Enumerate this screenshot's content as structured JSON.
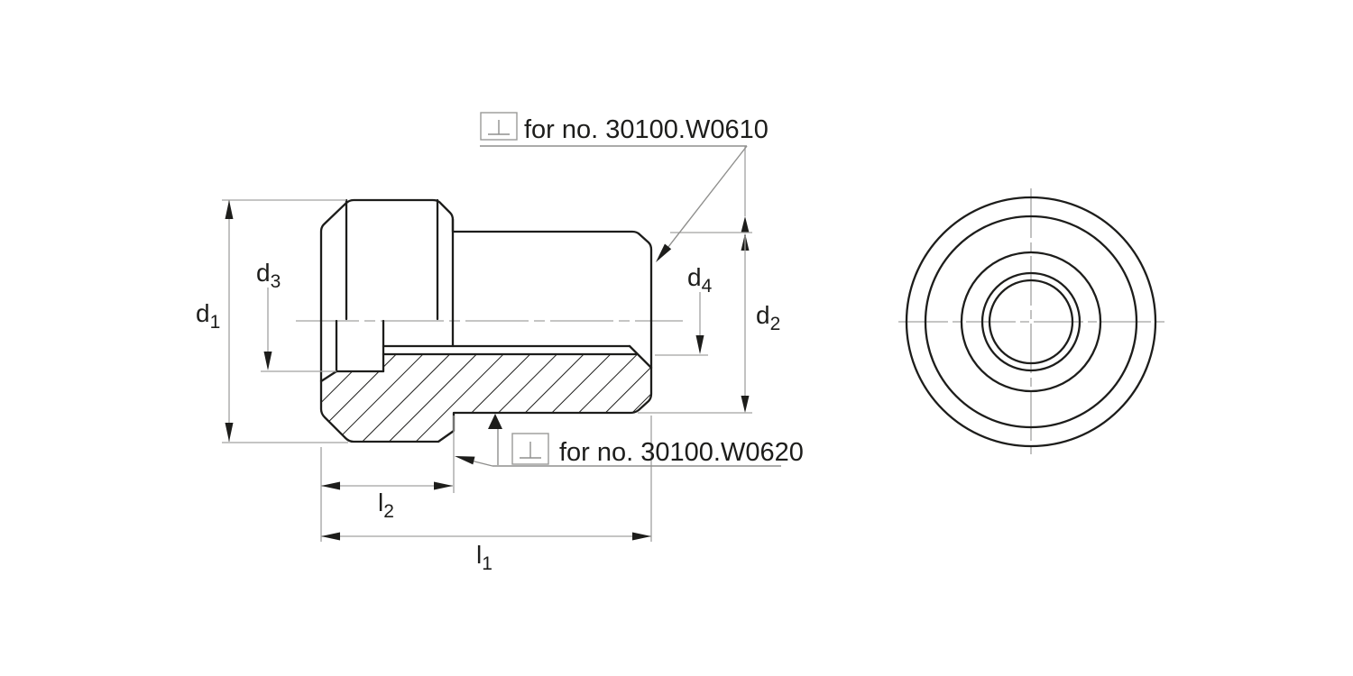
{
  "drawing": {
    "title": "technical-drawing",
    "colors": {
      "outline": "#1d1d1b",
      "thin_line": "#a2a2a0",
      "arrow": "#1d1d1b",
      "text": "#1d1d1b",
      "background": "#ffffff"
    },
    "callouts": {
      "top": {
        "symbol": "⊥",
        "text": "for no. 30100.W0610"
      },
      "bottom": {
        "symbol": "⊥",
        "text": "for no. 30100.W0620"
      }
    },
    "dimensions": {
      "d1": {
        "base": "d",
        "sub": "1"
      },
      "d2": {
        "base": "d",
        "sub": "2"
      },
      "d3": {
        "base": "d",
        "sub": "3"
      },
      "d4": {
        "base": "d",
        "sub": "4"
      },
      "l1": {
        "base": "l",
        "sub": "1"
      },
      "l2": {
        "base": "l",
        "sub": "2"
      }
    }
  }
}
